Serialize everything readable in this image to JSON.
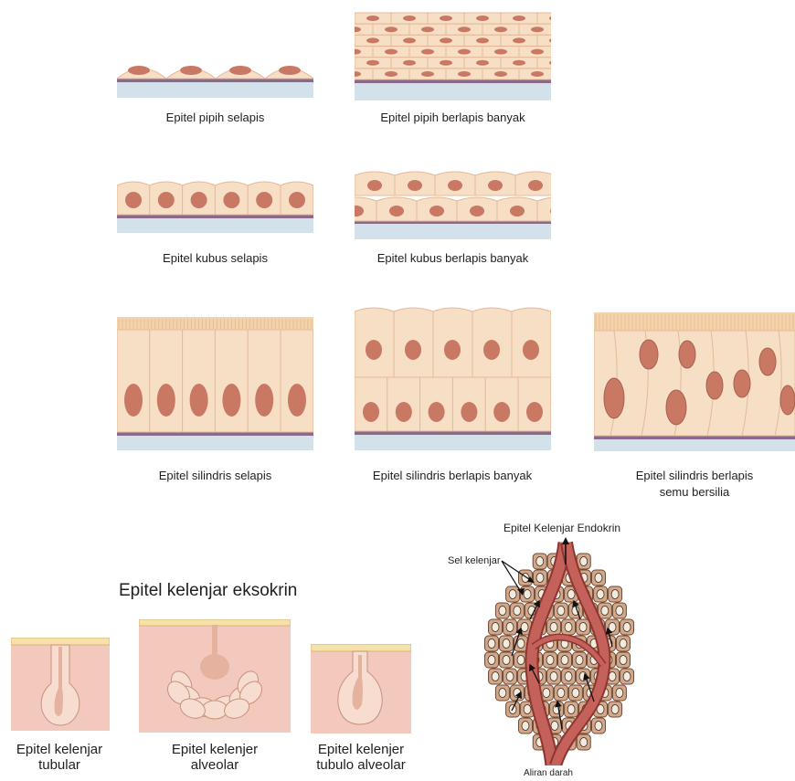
{
  "epithelium_types": {
    "simple_squamous": "Epitel pipih selapis",
    "stratified_squamous": "Epitel pipih berlapis banyak",
    "simple_cuboidal": "Epitel kubus selapis",
    "stratified_cuboidal": "Epitel kubus berlapis banyak",
    "simple_columnar": "Epitel silindris selapis",
    "stratified_columnar": "Epitel silindris berlapis banyak",
    "pseudostratified_line1": "Epitel silindris berlapis",
    "pseudostratified_line2": "semu bersilia"
  },
  "exocrine": {
    "title": "Epitel kelenjar eksokrin",
    "tubular_line1": "Epitel kelenjar",
    "tubular_line2": "tubular",
    "alveolar_line1": "Epitel kelenjer",
    "alveolar_line2": "alveolar",
    "tubuloalveolar_line1": "Epitel kelenjer",
    "tubuloalveolar_line2": "tubulo alveolar"
  },
  "endocrine": {
    "title": "Epitel Kelenjar Endokrin",
    "gland_cell_label": "Sel kelenjar",
    "blood_flow_label": "Aliran darah"
  },
  "colors": {
    "cell_fill": "#f7dfc6",
    "cell_stroke": "#e4b99a",
    "nucleus": "#c97864",
    "basement": "#8a6a8a",
    "connective": "#d3e1ea",
    "tissue": "#f2c9bc",
    "vessel": "#b84a45"
  }
}
